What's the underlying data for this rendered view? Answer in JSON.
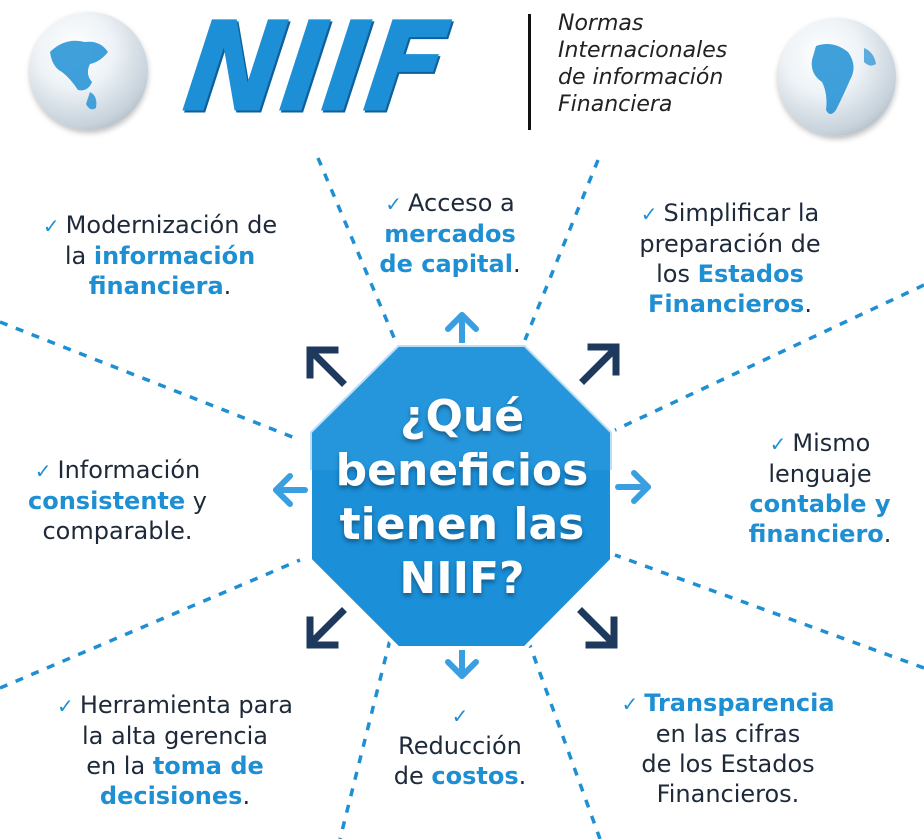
{
  "header": {
    "logo": "NIIF",
    "subtitle_lines": [
      "Normas",
      "Internacionales",
      "de información",
      "Financiera"
    ]
  },
  "center": {
    "title_lines": [
      "¿Qué",
      "beneficios",
      "tienen las",
      "NIIF?"
    ]
  },
  "benefits": {
    "modernizacion": {
      "line1": "Modernización de",
      "line2_pre": "la ",
      "line2_hl": "información",
      "line3_hl": "financiera",
      "line3_post": "."
    },
    "acceso": {
      "line1": "Acceso a",
      "line2_hl": "mercados",
      "line3_hl": "de capital",
      "line3_post": "."
    },
    "simplificar": {
      "line1": "Simplificar la",
      "line2": "preparación de",
      "line3_pre": "los ",
      "line3_hl": "Estados",
      "line4_hl": "Financieros",
      "line4_post": "."
    },
    "informacion": {
      "line1": "Información",
      "line2_hl": "consistente",
      "line2_post": " y",
      "line3": "comparable."
    },
    "mismo": {
      "line1": "Mismo",
      "line2": "lenguaje",
      "line3_hl": "contable y",
      "line4_hl": "financiero",
      "line4_post": "."
    },
    "herramienta": {
      "line1": "Herramienta para",
      "line2": "la alta gerencia",
      "line3_pre": "en la ",
      "line3_hl": "toma de",
      "line4_hl": "decisiones",
      "line4_post": "."
    },
    "reduccion": {
      "line1": "Reducción",
      "line2_pre": "de ",
      "line2_hl": "costos",
      "line2_post": "."
    },
    "transparencia": {
      "line1_hl": "Transparencia",
      "line2": "en las cifras",
      "line3": "de los Estados",
      "line4": "Financieros."
    }
  },
  "colors": {
    "accent": "#1f8fd4",
    "octagon": "#1b8fd8",
    "arrow_dark": "#1d3a5e",
    "text": "#1e2a3a"
  }
}
